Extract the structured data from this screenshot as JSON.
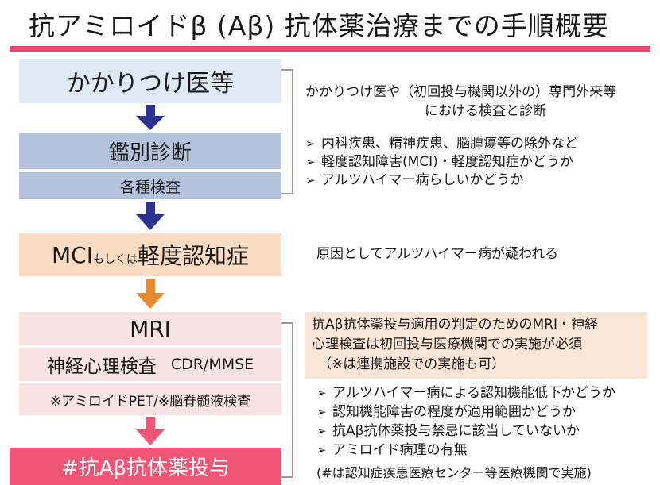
{
  "title": "抗アミロイドβ (Aβ) 抗体薬治療までの手順概要",
  "flow": {
    "step1": "かかりつけ医等",
    "step2_main": "鑑別診断",
    "step2_sub": "各種検査",
    "step3_main": "MCI",
    "step3_small": "もしくは",
    "step3_end": "軽度認知症",
    "step4_main": "MRI",
    "step4_sub1_a": "神経心理検査",
    "step4_sub1_b": "CDR/MMSE",
    "step4_sub2": "※アミロイドPET/※脳脊髄液検査",
    "step5": "#抗Aβ抗体薬投与"
  },
  "notes": {
    "step1_line1": "かかりつけ医や（初回投与機関以外の）専門外来等",
    "step1_line2": "における検査と診断",
    "step2_items": [
      "内科疾患、精神疾患、脳腫瘍等の除外など",
      "軽度認知障害(MCI)・軽度認知症かどうか",
      "アルツハイマー病らしいかどうか"
    ],
    "step3": "原因としてアルツハイマー病が疑われる",
    "callout_line1": "抗Aβ抗体薬投与適用の判定のためのMRI・神経",
    "callout_line2": "心理検査は初回投与医療機関での実施が必須",
    "callout_line3": "（※は連携施設での実施も可）",
    "step4_items": [
      "アルツハイマー病による認知機能低下かどうか",
      "認知機能障害の程度が適用範囲かどうか",
      "抗Aβ抗体薬投与禁忌に該当していないか",
      "アミロイド病理の有無"
    ],
    "footnote": "(#は認知症疾患医療センター等医療機関で実施)",
    "bullet": "➢"
  },
  "colors": {
    "accent_rule": "#e94a6e",
    "arrow_blue": "#2e3192",
    "arrow_orange": "#e8892e",
    "arrow_pink": "#ee5577",
    "box_light": "#dfe9f3",
    "box_mid": "#b6c3dc",
    "box_peach": "#fbdcc3",
    "box_pink": "#f7e3e3",
    "box_hot": "#ee5577",
    "callout": "#fbe5d6"
  }
}
